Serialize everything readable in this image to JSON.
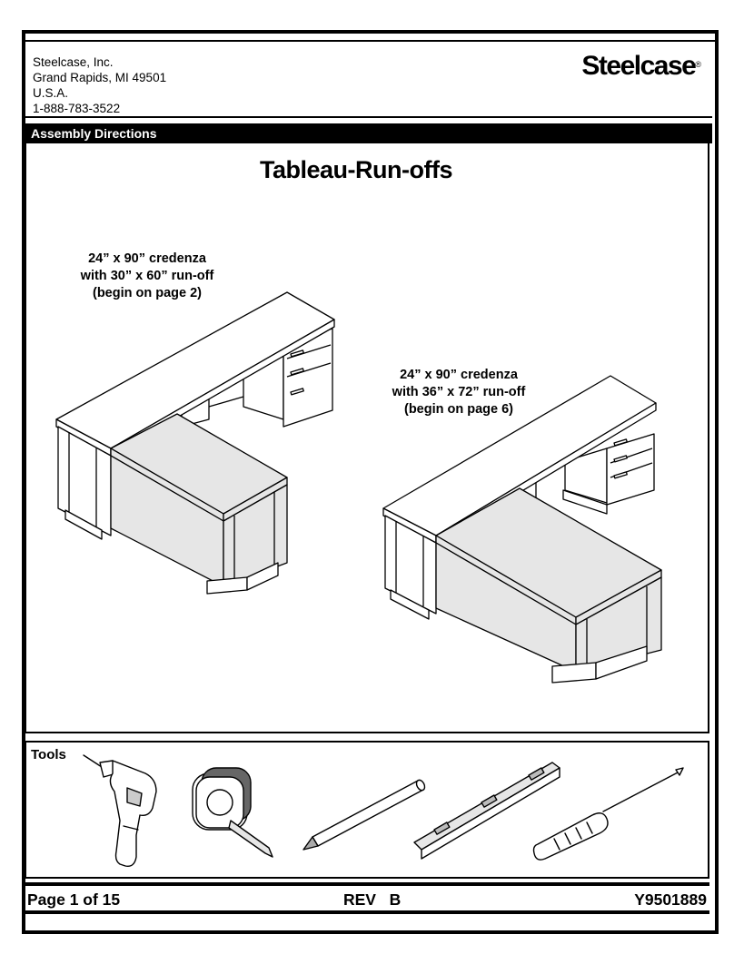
{
  "company": {
    "name": "Steelcase, Inc.",
    "city": "Grand Rapids, MI  49501",
    "country": "U.S.A.",
    "phone": "1-888-783-3522"
  },
  "logo": {
    "text": "Steelcase",
    "mark": "®"
  },
  "section_header": "Assembly Directions",
  "title": "Tableau-Run-offs",
  "configs": [
    {
      "line1": "24” x 90” credenza",
      "line2": "with 30” x 60” run-off",
      "line3": "(begin on page 2)"
    },
    {
      "line1": "24” x 90” credenza",
      "line2": "with 36” x 72” run-off",
      "line3": "(begin on page 6)"
    }
  ],
  "tools": {
    "label": "Tools",
    "items": [
      "drill-icon",
      "tape-measure-icon",
      "pencil-icon",
      "level-icon",
      "screwdriver-icon"
    ]
  },
  "footer": {
    "page": "Page 1 of 15",
    "rev": "REV   B",
    "doc_number": "Y9501889"
  }
}
